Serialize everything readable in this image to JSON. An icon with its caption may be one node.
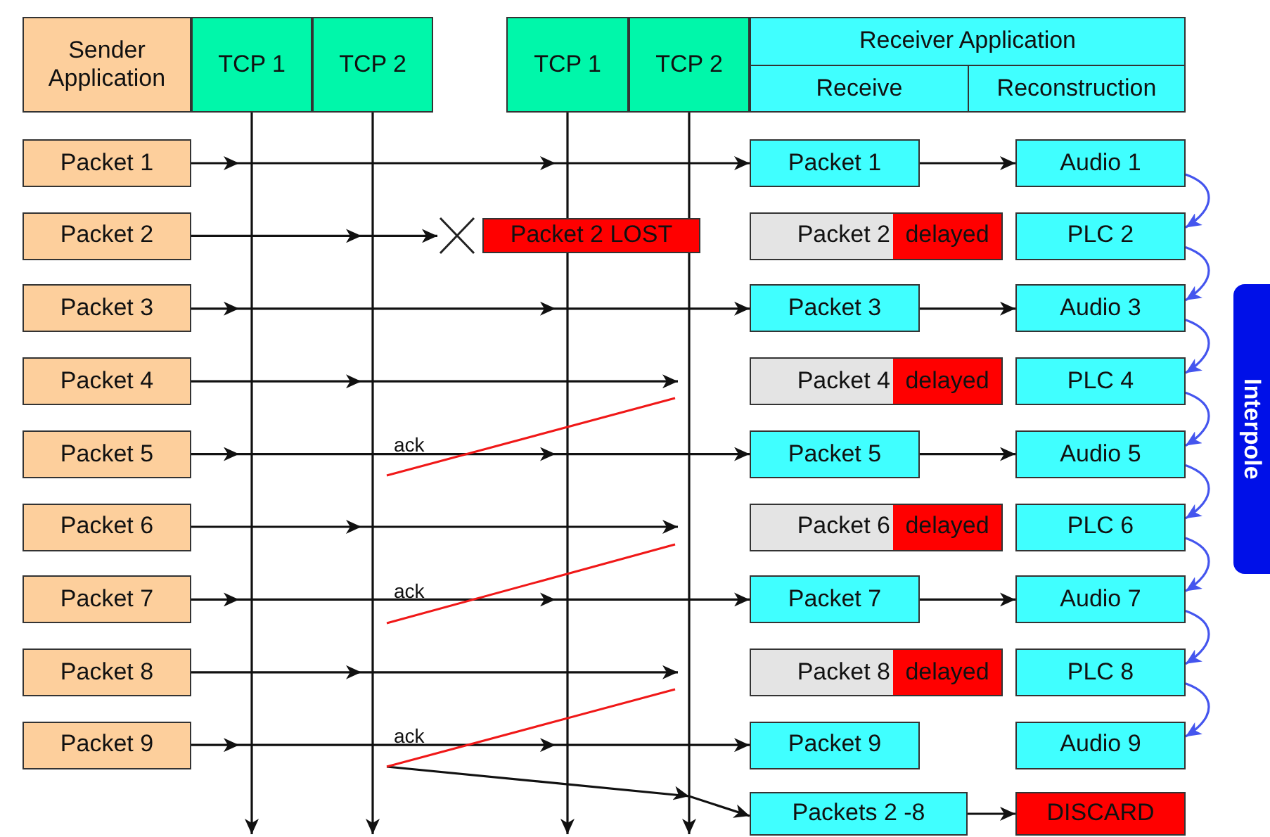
{
  "diagram": {
    "nodes": [
      {
        "text": [
          "Sender Application"
        ]
      },
      {
        "text": [
          "TCP 1"
        ]
      },
      {
        "text": [
          "TCP 2"
        ]
      },
      {
        "text": [
          "TCP 1"
        ]
      },
      {
        "text": [
          "TCP 2"
        ]
      },
      {
        "text": [
          "Receiver Application"
        ]
      },
      {
        "text": [
          "Receive"
        ]
      },
      {
        "text": [
          "Reconstruction"
        ]
      },
      {
        "text": [
          "Packet 1"
        ]
      },
      {
        "text": [
          "Packet 1"
        ]
      },
      {
        "text": [
          "Audio 1"
        ]
      },
      {
        "text": [
          "Packet 2"
        ]
      },
      {
        "text": [],
        "shape": "cross"
      },
      {
        "text": [
          "Packet 2 LOST"
        ]
      },
      {
        "text": [
          "Packet 2",
          "delayed"
        ]
      },
      {
        "text": [
          "PLC 2"
        ]
      },
      {
        "text": [
          "Packet 3"
        ]
      },
      {
        "text": [
          "Packet 3"
        ]
      },
      {
        "text": [
          "Audio 3"
        ]
      },
      {
        "text": [
          "Packet 4"
        ]
      },
      {
        "text": [
          "Packet 4",
          "delayed"
        ]
      },
      {
        "text": [
          "PLC 4"
        ]
      },
      {
        "text": [
          "Packet 5"
        ]
      },
      {
        "text": [
          "Packet 5"
        ]
      },
      {
        "text": [
          "Audio 5"
        ]
      },
      {
        "text": [
          "Packet 6"
        ]
      },
      {
        "text": [
          "Packet 6",
          "delayed"
        ]
      },
      {
        "text": [
          "PLC 6"
        ]
      },
      {
        "text": [
          "Packet 7"
        ]
      },
      {
        "text": [
          "Packet 7"
        ]
      },
      {
        "text": [
          "Audio 7"
        ]
      },
      {
        "text": [
          "Packet 8"
        ]
      },
      {
        "text": [
          "Packet 8",
          "delayed"
        ]
      },
      {
        "text": [
          "PLC 8"
        ]
      },
      {
        "text": [
          "Packet 9"
        ]
      },
      {
        "text": [
          "Packet 9"
        ]
      },
      {
        "text": [
          "Audio 9"
        ]
      },
      {
        "text": [
          "Packets 2 -8"
        ]
      },
      {
        "text": [
          "DISCARD"
        ]
      },
      {
        "text": [
          "Interpole"
        ]
      }
    ],
    "edges": [
      {
        "from": 1,
        "to": null,
        "arrow": "to"
      },
      {
        "from": 2,
        "to": null,
        "arrow": "to"
      },
      {
        "from": 3,
        "to": null,
        "arrow": "to"
      },
      {
        "from": 4,
        "to": null,
        "arrow": "to"
      },
      {
        "from": 8,
        "to": 9,
        "arrow": "to"
      },
      {
        "from": 11,
        "to": 12,
        "arrow": "to"
      },
      {
        "from": 16,
        "to": 17,
        "arrow": "to"
      },
      {
        "from": 19,
        "to": null,
        "arrow": "to"
      },
      {
        "from": 22,
        "to": 23,
        "arrow": "to"
      },
      {
        "from": 25,
        "to": null,
        "arrow": "to"
      },
      {
        "from": 28,
        "to": 29,
        "arrow": "to"
      },
      {
        "from": 31,
        "to": null,
        "arrow": "to"
      },
      {
        "from": 34,
        "to": 35,
        "arrow": "to"
      },
      {
        "from": null,
        "to": 37,
        "arrow": "to"
      },
      {
        "from": 9,
        "to": 10,
        "arrow": "to"
      },
      {
        "from": 17,
        "to": 18,
        "arrow": "to"
      },
      {
        "from": 23,
        "to": 24,
        "arrow": "to"
      },
      {
        "from": 29,
        "to": 30,
        "arrow": "to"
      },
      {
        "from": 37,
        "to": 38,
        "arrow": "to"
      },
      {
        "from": 10,
        "to": 15,
        "arrow": "to",
        "color": "#4455ee"
      },
      {
        "from": 15,
        "to": 18,
        "arrow": "to",
        "color": "#4455ee"
      },
      {
        "from": 18,
        "to": 21,
        "arrow": "to",
        "color": "#4455ee"
      },
      {
        "from": 21,
        "to": 24,
        "arrow": "to",
        "color": "#4455ee"
      },
      {
        "from": 24,
        "to": 27,
        "arrow": "to",
        "color": "#4455ee"
      },
      {
        "from": 27,
        "to": 30,
        "arrow": "to",
        "color": "#4455ee"
      },
      {
        "from": 30,
        "to": 33,
        "arrow": "to",
        "color": "#4455ee"
      },
      {
        "from": 33,
        "to": 36,
        "arrow": "to",
        "color": "#4455ee"
      }
    ],
    "labels": [
      "ack",
      "ack",
      "ack"
    ]
  }
}
